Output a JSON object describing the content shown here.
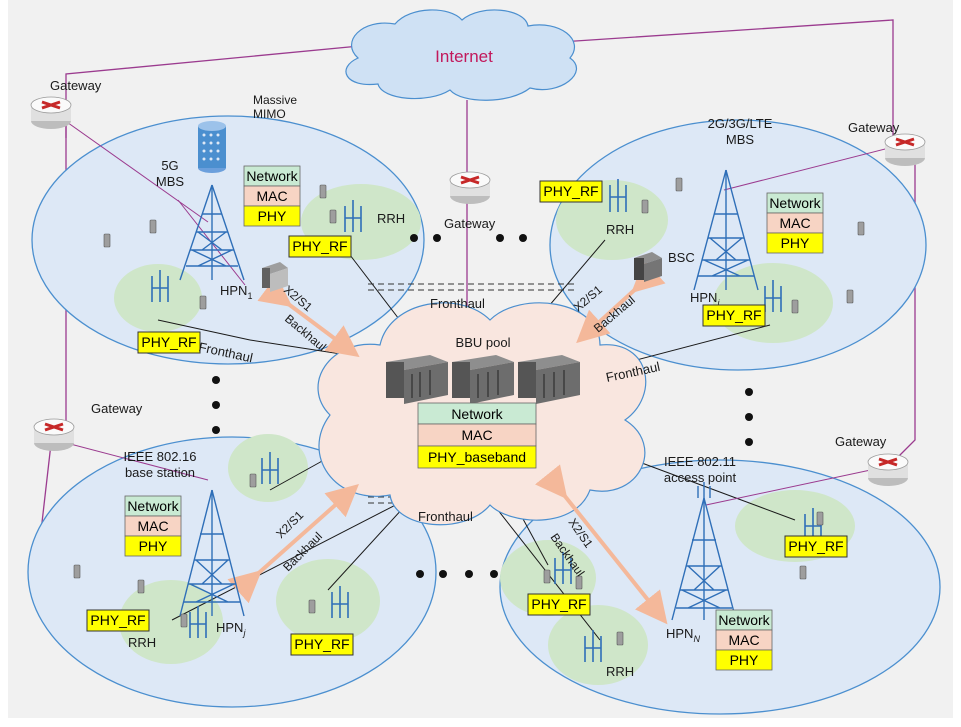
{
  "colors": {
    "cell_fill": "#dde8f6",
    "cell_stroke": "#4b8fcf",
    "cloud_fill": "#f9e6df",
    "internet_fill": "#cfe1f4",
    "rrh_zone": "#cfe6c9",
    "network_fill": "#c9ead3",
    "mac_fill": "#f7d4c4",
    "phy_fill": "#ffff00",
    "backhaul_arrow": "#f4b89a",
    "internet_text": "#c2185b",
    "tower_color": "#2f6fb8"
  },
  "internet": {
    "label": "Internet"
  },
  "bbu": {
    "label": "BBU pool",
    "stack": [
      "Network",
      "MAC",
      "PHY_baseband"
    ]
  },
  "gateway_label": "Gateway",
  "cells": {
    "top_left": {
      "massive_mimo": "Massive",
      "massive_mimo_2": "MIMO",
      "mbs_line1": "5G",
      "mbs_line2": "MBS",
      "hpn": "HPN",
      "hpn_sub": "1",
      "stack": [
        "Network",
        "MAC",
        "PHY"
      ],
      "rrh": "RRH",
      "phy_rf_a": "PHY_RF",
      "phy_rf_b": "PHY_RF"
    },
    "top_right": {
      "mbs_line1": "2G/3G/LTE",
      "mbs_line2": "MBS",
      "bsc": "BSC",
      "hpn": "HPN",
      "hpn_sub": "i",
      "stack": [
        "Network",
        "MAC",
        "PHY"
      ],
      "rrh": "RRH",
      "phy_rf_a": "PHY_RF",
      "phy_rf_b": "PHY_RF"
    },
    "bottom_left": {
      "station_line1": "IEEE 802.16",
      "station_line2": "base station",
      "hpn": "HPN",
      "hpn_sub": "j",
      "stack": [
        "Network",
        "MAC",
        "PHY"
      ],
      "rrh": "RRH",
      "phy_rf_a": "PHY_RF",
      "phy_rf_b": "PHY_RF"
    },
    "bottom_right": {
      "station_line1": "IEEE 802.11",
      "station_line2": "access point",
      "hpn": "HPN",
      "hpn_sub": "N",
      "stack": [
        "Network",
        "MAC",
        "PHY"
      ],
      "rrh": "RRH",
      "phy_rf_a": "PHY_RF",
      "phy_rf_b": "PHY_RF"
    }
  },
  "links": {
    "fronthaul": "Fronthaul",
    "backhaul": "Backhaul",
    "x2s1": "X2/S1"
  }
}
